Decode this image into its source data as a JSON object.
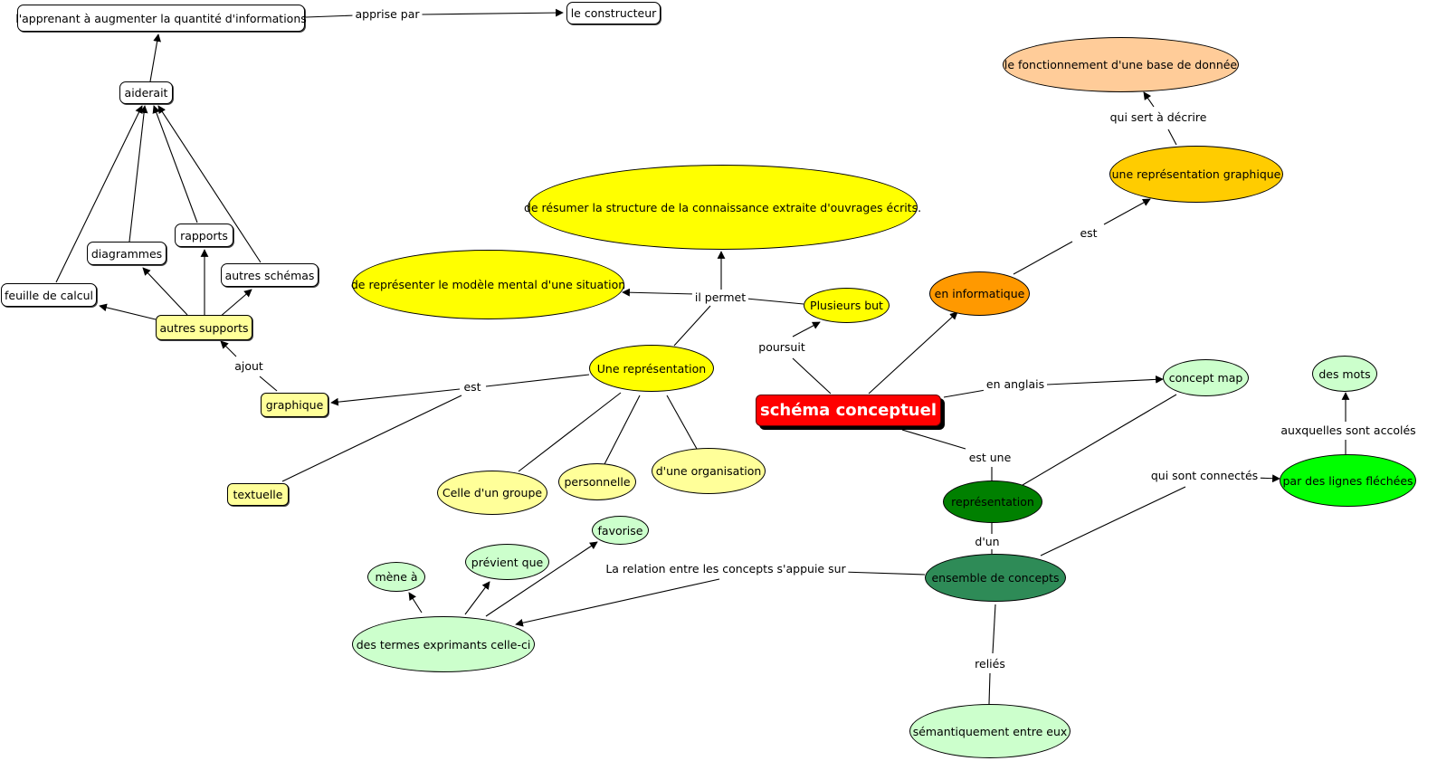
{
  "concepts": {
    "schema_conceptuel": "schéma conceptuel",
    "apprenant": "l'apprenant à augmenter la quantité d'informations",
    "constructeur": "le constructeur",
    "aiderait": "aiderait",
    "diagrammes": "diagrammes",
    "rapports": "rapports",
    "autres_schemas": "autres schémas",
    "feuille_calcul": "feuille de calcul",
    "autres_supports": "autres supports",
    "graphique": "graphique",
    "textuelle": "textuelle",
    "resumer": "de résumer la structure de la connaissance extraite d'ouvrages écrits.",
    "representer": "de représenter le modèle mental d'une situation",
    "plusieurs_but": "Plusieurs but",
    "une_representation": "Une représentation",
    "celle_groupe": "Celle d'un groupe",
    "personnelle": "personnelle",
    "organisation": "d'une organisation",
    "fonctionnement": "le fonctionnement d'une base de donnée",
    "representation_graphique": "une représentation graphique",
    "en_informatique": "en informatique",
    "concept_map": "concept map",
    "des_mots": "des mots",
    "lignes_flechees": "par des lignes fléchées",
    "representation": "représentation",
    "ensemble_concepts": "ensemble de concepts",
    "semantiquement": "sémantiquement entre eux",
    "favorise": "favorise",
    "previent": "prévient que",
    "mene": "mène à",
    "termes": "des termes exprimants celle-ci"
  },
  "link_labels": {
    "apprise_par": "apprise par",
    "ajout": "ajout",
    "est_graphique": "est",
    "il_permet": "il permet",
    "poursuit": "poursuit",
    "qui_sert": "qui sert à décrire",
    "est_info": "est",
    "en_anglais": "en anglais",
    "est_une": "est une",
    "auxquelles": "auxquelles sont accolés",
    "qui_sont": "qui sont connectés",
    "dun": "d'un",
    "relation": "La relation entre les concepts s'appuie sur",
    "relies": "reliés"
  },
  "colors": {
    "main": "#ff0000",
    "yellow_bright": "#ffff00",
    "yellow_pale": "#ffff99",
    "orange": "#ff9900",
    "orange_gold": "#ffcc00",
    "peach": "#ffcc99",
    "light_green": "#ccffcc",
    "bright_green": "#00ff00",
    "dark_green": "#008000",
    "sea_green": "#2e8b57"
  }
}
